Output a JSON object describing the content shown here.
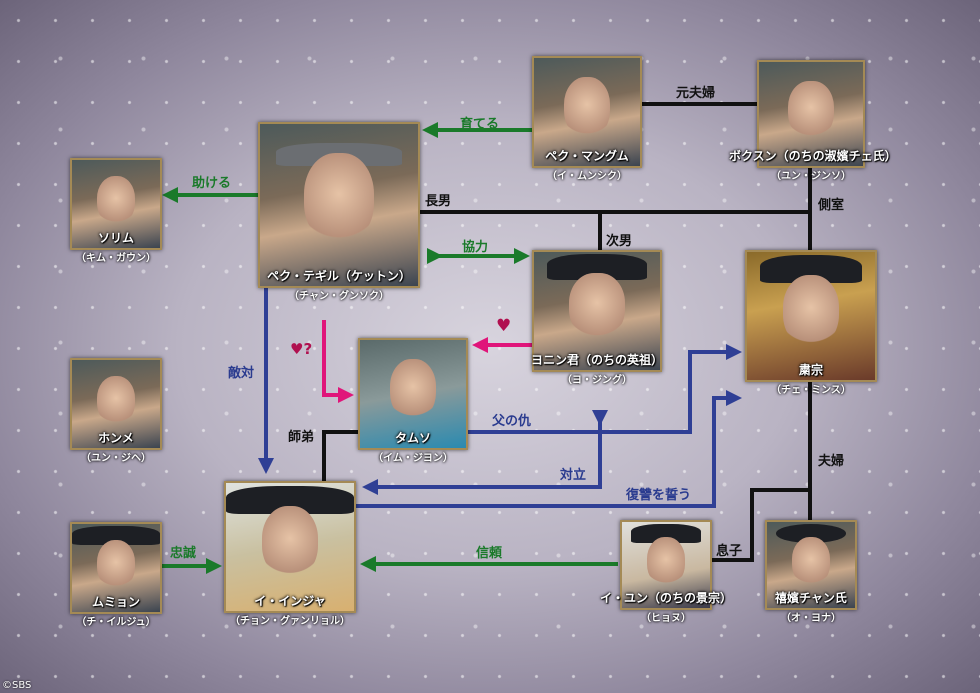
{
  "characters": {
    "sorimu": {
      "name": "ソリム",
      "actor": "（キム・ガウン）"
    },
    "taegil": {
      "name": "ペク・テギル（ケットン）",
      "actor": "（チャン・グンソク）"
    },
    "mangum": {
      "name": "ペク・マングム",
      "actor": "（イ・ムンシク）"
    },
    "bokusun": {
      "name": "ボクスン（のちの淑嬪チェ氏）",
      "actor": "（ユン・ジンソ）"
    },
    "yeoningun": {
      "name": "ヨニン君（のちの英祖）",
      "actor": "（ヨ・ジング）"
    },
    "sukjong": {
      "name": "粛宗",
      "actor": "（チェ・ミンス）"
    },
    "hongme": {
      "name": "ホンメ",
      "actor": "（ユン・ジヘ）"
    },
    "tamuso": {
      "name": "タムソ",
      "actor": "（イム・ジヨン）"
    },
    "injwa": {
      "name": "イ・インジャ",
      "actor": "（チョン・グァンリョル）"
    },
    "mumyeon": {
      "name": "ムミョン",
      "actor": "（チ・イルジュ）"
    },
    "yun": {
      "name": "イ・ユン（のちの景宗）",
      "actor": "（ヒョヌ）"
    },
    "huibin": {
      "name": "禧嬪チャン氏",
      "actor": "（オ・ヨナ）"
    }
  },
  "relations": {
    "tasukeru": "助ける",
    "sodateru": "育てる",
    "motofufu": "元夫婦",
    "chonan": "長男",
    "jinan": "次男",
    "sokushitsu": "側室",
    "kyoryoku": "協力",
    "tekitai": "敵対",
    "heart_q": "♥?",
    "heart": "♥",
    "shitei": "師弟",
    "chichi": "父の仇",
    "tairitsu": "対立",
    "fukushu": "復讐を誓う",
    "fufu": "夫婦",
    "chusei": "忠誠",
    "shinrai": "信頼",
    "musuko": "息子"
  },
  "copyright": "©SBS",
  "colors": {
    "green": "#1a7a2a",
    "blue": "#2f3f95",
    "pink": "#e0157a",
    "black": "#111111"
  }
}
